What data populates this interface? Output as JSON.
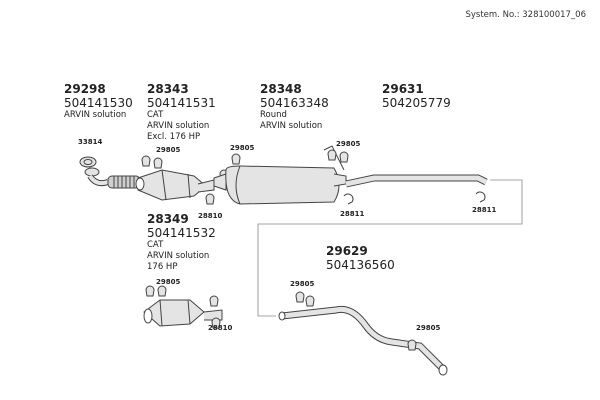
{
  "system_number": "System. No.: 328100017_06",
  "colors": {
    "outline": "#444444",
    "fill": "#e4e4e4",
    "shade": "#bdbdbd",
    "text": "#222222"
  },
  "parts": [
    {
      "code": "29298",
      "number": "504141530",
      "desc": "ARVIN solution"
    },
    {
      "code": "28343",
      "number": "504141531",
      "desc": "CAT\nARVIN solution\nExcl. 176 HP"
    },
    {
      "code": "28348",
      "number": "504163348",
      "desc": "Round\nARVIN solution"
    },
    {
      "code": "29631",
      "number": "504205779",
      "desc": ""
    },
    {
      "code": "28349",
      "number": "504141532",
      "desc": "CAT\nARVIN solution\n176 HP"
    },
    {
      "code": "29629",
      "number": "504136560",
      "desc": ""
    }
  ],
  "small_parts": [
    "33814",
    "29805",
    "29805",
    "29805",
    "28810",
    "28811",
    "28811",
    "29805",
    "28810",
    "29805",
    "29805"
  ]
}
